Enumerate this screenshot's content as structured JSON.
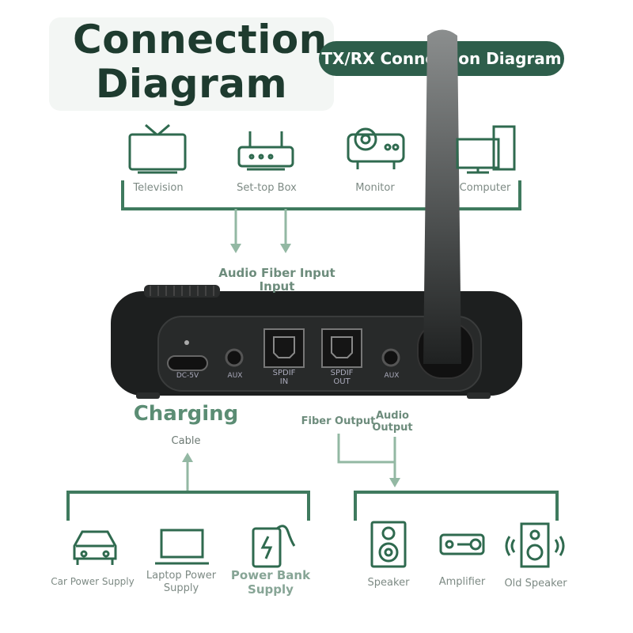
{
  "title": "Connection\nDiagram",
  "subtitle": "TX/RX Connection Diagram",
  "sources": [
    {
      "label": "Television",
      "icon": "television-icon"
    },
    {
      "label": "Set-top Box",
      "icon": "router-icon"
    },
    {
      "label": "Monitor",
      "icon": "projector-icon"
    },
    {
      "label": "Computer",
      "icon": "computer-icon"
    }
  ],
  "input_label": "Audio Fiber Input\nInput",
  "ports": [
    "DC-5V",
    "AUX",
    "SPDIF\nIN",
    "SPDIF\nOUT",
    "AUX"
  ],
  "charging": {
    "title": "Charging",
    "sub": "Cable"
  },
  "output_labels": {
    "fiber": "Fiber Output",
    "audio": "Audio\nOutput"
  },
  "power": [
    {
      "label": "Car Power Supply",
      "icon": "car-icon"
    },
    {
      "label": "Laptop Power\nSupply",
      "icon": "laptop-icon"
    },
    {
      "label": "Power Bank\nSupply",
      "icon": "power-bank-icon"
    }
  ],
  "outputs": [
    {
      "label": "Speaker",
      "icon": "speaker-icon"
    },
    {
      "label": "Amplifier",
      "icon": "amplifier-icon"
    },
    {
      "label": "Old Speaker",
      "icon": "old-speaker-icon"
    }
  ],
  "colors": {
    "line": "#3f7a5e",
    "arrow": "#93b8a3",
    "title": "#1e3b2f",
    "badge": "#2e5e4b",
    "device": "#1d1f1f"
  }
}
